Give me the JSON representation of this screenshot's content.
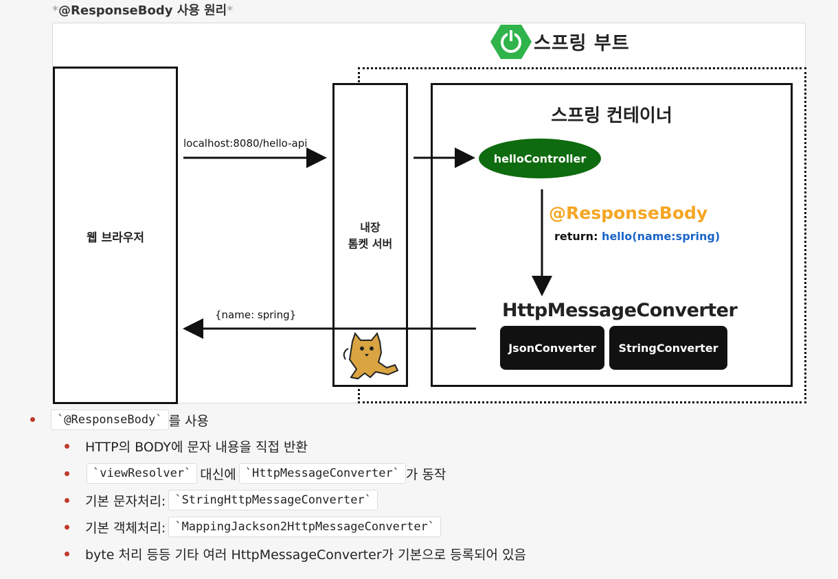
{
  "heading": {
    "prefix": "*",
    "title": "@ResponseBody 사용 원리",
    "suffix": "*"
  },
  "diagram": {
    "boot_title": "스프링 부트",
    "browser_label": "웹 브라우저",
    "tomcat_label_line1": "내장",
    "tomcat_label_line2": "톰켓 서버",
    "container_title": "스프링 컨테이너",
    "request_label": "localhost:8080/hello-api",
    "response_label": "{name: spring}",
    "controller": "helloController",
    "response_body": "@ResponseBody",
    "return_prefix": "return:",
    "return_value": "hello(name:spring)",
    "converter_title": "HttpMessageConverter",
    "json_converter": "JsonConverter",
    "string_converter": "StringConverter",
    "colors": {
      "boot_green": "#2fb34a",
      "controller_green": "#0f6b0f",
      "annotation_orange": "#f5a623",
      "value_blue": "#1a64c8"
    }
  },
  "bullets": {
    "b1_code": "`@ResponseBody`",
    "b1_text": "를 사용",
    "b2_text": "HTTP의 BODY에 문자 내용을 직접 반환",
    "b3_code1": "`viewResolver`",
    "b3_mid": "대신에",
    "b3_code2": "`HttpMessageConverter`",
    "b3_tail": "가 동작",
    "b4_text": "기본 문자처리:",
    "b4_code": "`StringHttpMessageConverter`",
    "b5_text": "기본 객체처리:",
    "b5_code": "`MappingJackson2HttpMessageConverter`",
    "b6_text": "byte 처리 등등 기타 여러 HttpMessageConverter가 기본으로 등록되어 있음"
  }
}
